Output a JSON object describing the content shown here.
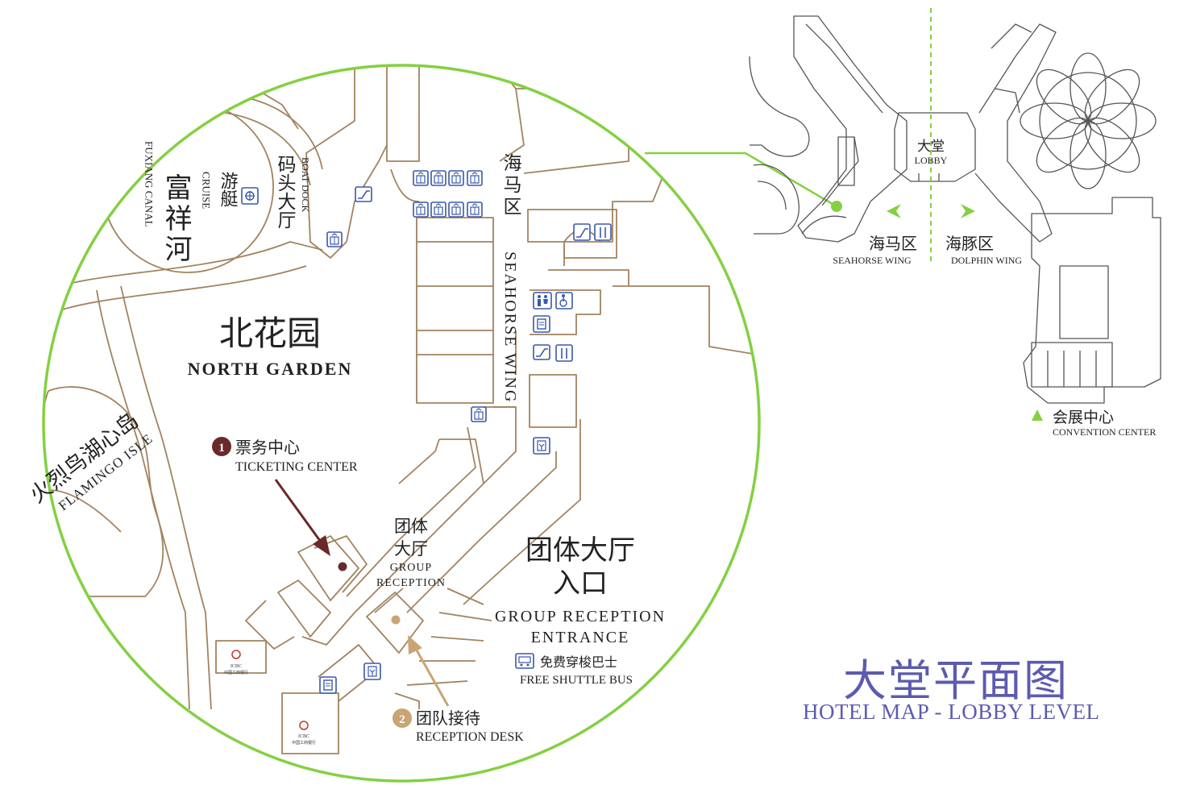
{
  "colors": {
    "wall": "#a2835f",
    "circle": "#84d042",
    "accent": "#84d042",
    "title": "#5b5bb0",
    "arrow1": "#6a2a2a",
    "arrow2": "#c9a574",
    "icon": "#3a58a8",
    "overview": "#555555"
  },
  "title": {
    "cn": "大堂平面图",
    "en": "HOTEL MAP - LOBBY LEVEL"
  },
  "labels": {
    "fuxiang_cn": "富祥河",
    "fuxiang_en": "FUXIANG CANAL",
    "cruise_cn": "游艇",
    "cruise_en": "CRUISE",
    "boatdock_cn": "码头大厅",
    "boatdock_en": "BOAT DOCK",
    "seahorse_cn": "海马区",
    "seahorse_en": "SEAHORSE WING",
    "northgarden_cn": "北花园",
    "northgarden_en": "NORTH GARDEN",
    "flamingo_cn": "火烈鸟湖心岛",
    "flamingo_en": "FLAMINGO ISLE",
    "ticketing_num": "1",
    "ticketing_cn": "票务中心",
    "ticketing_en": "TICKETING CENTER",
    "group_cn1": "团体",
    "group_cn2": "大厅",
    "group_en1": "GROUP",
    "group_en2": "RECEPTION",
    "entrance_cn1": "团体大厅",
    "entrance_cn2": "入口",
    "entrance_en1": "GROUP RECEPTION",
    "entrance_en2": "ENTRANCE",
    "shuttle_cn": "免费穿梭巴士",
    "shuttle_en": "FREE SHUTTLE BUS",
    "desk_num": "2",
    "desk_cn": "团队接待",
    "desk_en": "RECEPTION DESK",
    "bank_logo": "ICBC",
    "bank_name": "中国工商银行"
  },
  "overview": {
    "lobby_cn": "大堂",
    "lobby_en": "LOBBY",
    "seahorse_cn": "海马区",
    "seahorse_en": "SEAHORSE WING",
    "dolphin_cn": "海豚区",
    "dolphin_en": "DOLPHIN WING",
    "convention_cn": "会展中心",
    "convention_en": "CONVENTION CENTER"
  },
  "icons": [
    "elevator-icon",
    "escalator-icon",
    "restaurant-icon",
    "restroom-icon",
    "accessible-icon",
    "phone-icon",
    "exit-icon",
    "bus-icon",
    "cruise-icon"
  ]
}
